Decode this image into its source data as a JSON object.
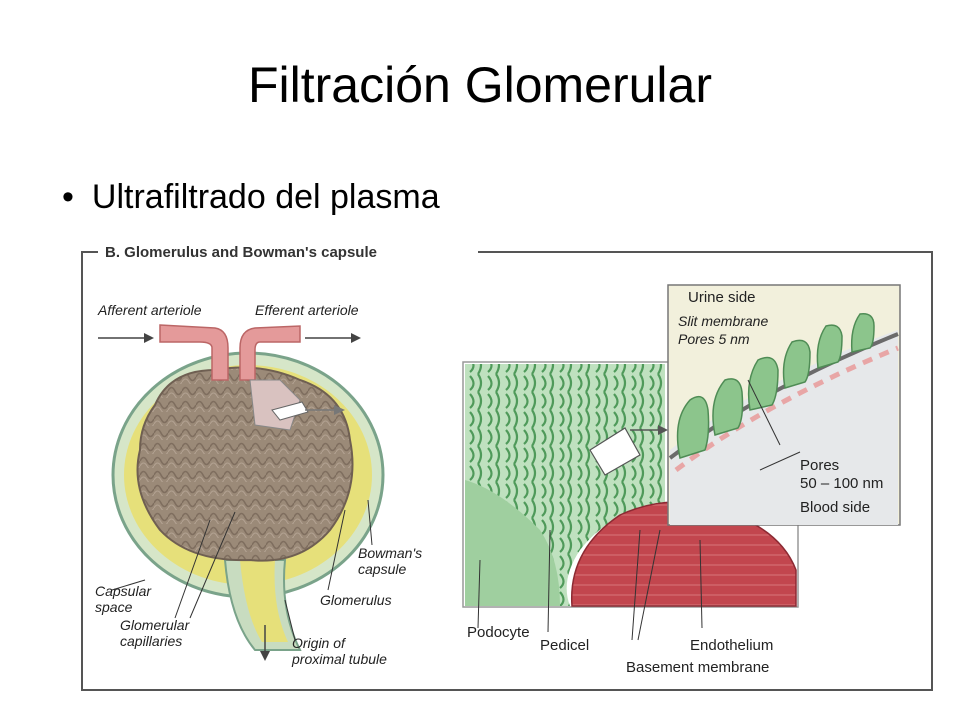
{
  "slide": {
    "title": "Filtración Glomerular",
    "bullet_symbol": "•",
    "bullet_text": "Ultrafiltrado del plasma"
  },
  "figure": {
    "header": "B. Glomerulus and Bowman's capsule",
    "labels": {
      "afferent": "Afferent arteriole",
      "efferent": "Efferent arteriole",
      "capsular_space_1": "Capsular",
      "capsular_space_2": "space",
      "glom_cap_1": "Glomerular",
      "glom_cap_2": "capillaries",
      "bowman_1": "Bowman's",
      "bowman_2": "capsule",
      "glomerulus": "Glomerulus",
      "origin_1": "Origin of",
      "origin_2": "proximal tubule",
      "podocyte": "Podocyte",
      "pedicel": "Pedicel",
      "endothelium": "Endothelium",
      "basement": "Basement membrane",
      "urine_side": "Urine side",
      "slit_1": "Slit membrane",
      "slit_2": "Pores 5 nm",
      "pores_1": "Pores",
      "pores_2": "50 – 100 nm",
      "blood_side": "Blood side"
    },
    "colors": {
      "capsule_yellow": "#e6e07a",
      "capillary_brown": "#9b8a78",
      "arteriole_pink": "#e49a9a",
      "podocyte_green": "#9fcf9f",
      "blood_red": "#c2464e",
      "frame_gray": "#555555"
    }
  }
}
